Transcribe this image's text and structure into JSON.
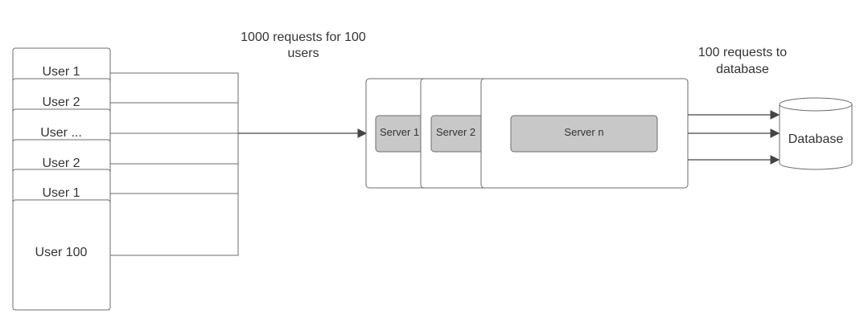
{
  "annotations": {
    "requests_users_line1": "1000 requests for 100",
    "requests_users_line2": "users",
    "requests_db_line1": "100 requests to",
    "requests_db_line2": "database"
  },
  "users": [
    "User 1",
    "User 2",
    "User ...",
    "User 2",
    "User 1",
    "User 100"
  ],
  "servers": [
    "Server 1",
    "Server 2",
    "Server n"
  ],
  "database": {
    "label": "Database"
  },
  "colors": {
    "stroke": "#6b6b6b",
    "server_fill": "#c8c8c8",
    "text": "#333333"
  }
}
